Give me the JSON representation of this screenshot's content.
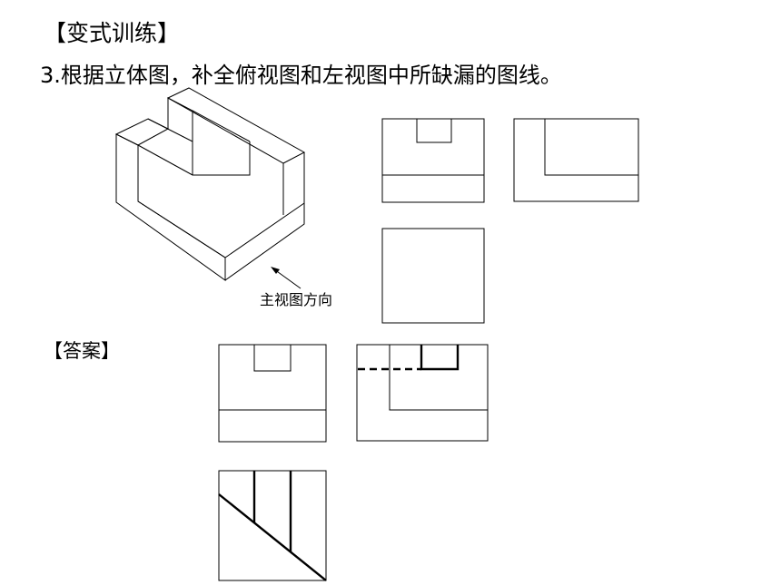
{
  "heading": "【变式训练】",
  "question": "3.根据立体图，补全俯视图和左视图中所缺漏的图线。",
  "direction_label": "主视图方向",
  "answer_label": "【答案】"
}
